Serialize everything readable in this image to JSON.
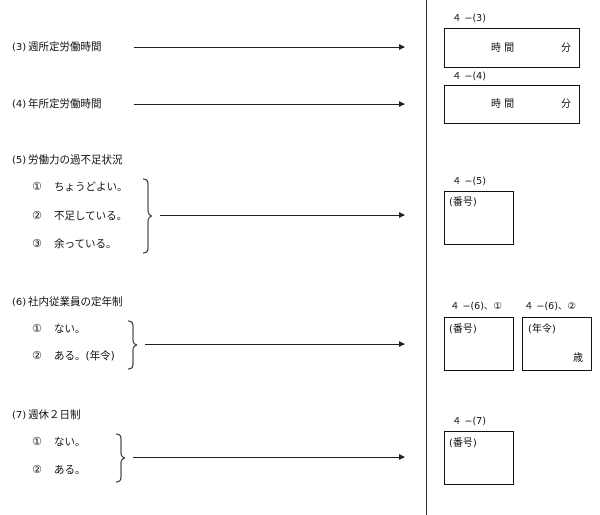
{
  "left": {
    "q3": {
      "num": "(3)",
      "label": "週所定労働時間"
    },
    "q4": {
      "num": "(4)",
      "label": "年所定労働時間"
    },
    "q5": {
      "num": "(5)",
      "label": "労働力の過不足状況",
      "options": [
        {
          "mark": "①",
          "text": "ちょうどよい。"
        },
        {
          "mark": "②",
          "text": "不足している。"
        },
        {
          "mark": "③",
          "text": "余っている。"
        }
      ]
    },
    "q6": {
      "num": "(6)",
      "label": "社内従業員の定年制",
      "options": [
        {
          "mark": "①",
          "text": "ない。"
        },
        {
          "mark": "②",
          "text": "ある。(年令)"
        }
      ]
    },
    "q7": {
      "num": "(7)",
      "label": "週休２日制",
      "options": [
        {
          "mark": "①",
          "text": "ない。"
        },
        {
          "mark": "②",
          "text": "ある。"
        }
      ]
    }
  },
  "right": {
    "b3": {
      "label": "４ −(3)",
      "time": "時 間",
      "minutes": "分"
    },
    "b4": {
      "label": "４ −(4)",
      "time": "時 間",
      "minutes": "分"
    },
    "b5": {
      "label": "４ −(5)",
      "field": "(番号)"
    },
    "b61": {
      "label": "４ −(6)、①",
      "field": "(番号)"
    },
    "b62": {
      "label": "４ −(6)、②",
      "field": "(年令)",
      "unit": "歳"
    },
    "b7": {
      "label": "４ −(7)",
      "field": "(番号)"
    }
  }
}
